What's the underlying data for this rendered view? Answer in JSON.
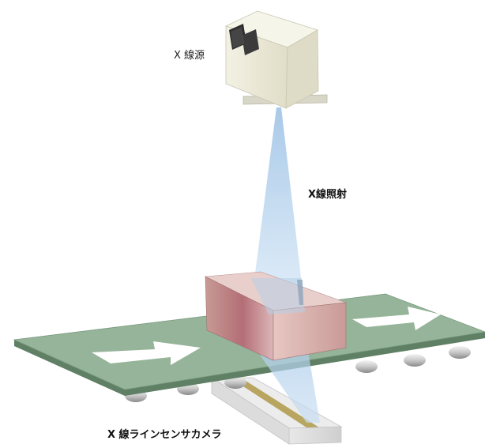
{
  "labels": {
    "xray_source": "X 線源",
    "xray_irradiation": "X線照射",
    "line_sensor_camera": "X 線ラインセンサカメラ"
  },
  "colors": {
    "source_housing": "#ecead9",
    "beam": "#b9d6ee",
    "conveyor_top": "#95b499",
    "conveyor_edge": "#5f8064",
    "product_front": "#b46e76",
    "product_top": "#e6c9c6",
    "sensor_housing": "#d9d9d9",
    "sensor_slit": "#b8a560",
    "arrow": "#ffffff"
  },
  "icons": {
    "conveyor_direction": "arrow-right-icon"
  }
}
